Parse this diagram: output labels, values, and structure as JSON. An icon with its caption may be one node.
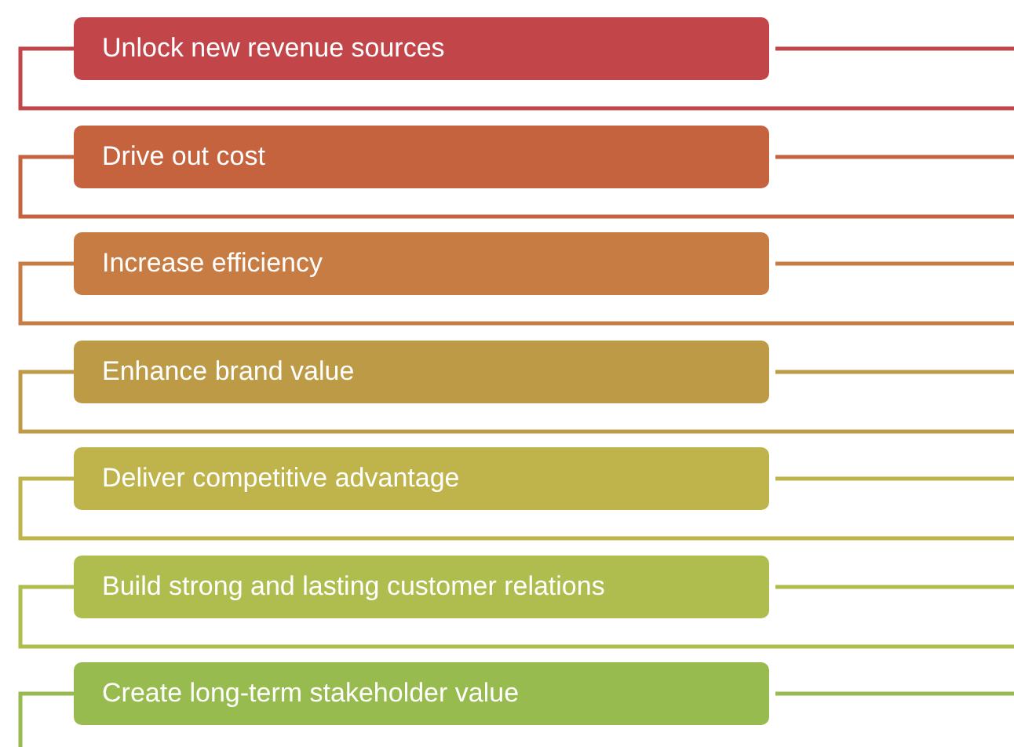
{
  "diagram": {
    "nodes": [
      {
        "text": [
          "Unlock new revenue sources"
        ]
      },
      {
        "text": [
          "Drive out cost"
        ]
      },
      {
        "text": [
          "Increase efficiency"
        ]
      },
      {
        "text": [
          "Enhance brand value"
        ]
      },
      {
        "text": [
          "Deliver competitive advantage"
        ]
      },
      {
        "text": [
          "Build strong and lasting customer relations"
        ]
      },
      {
        "text": [
          "Create long-term stakeholder value"
        ]
      }
    ]
  }
}
